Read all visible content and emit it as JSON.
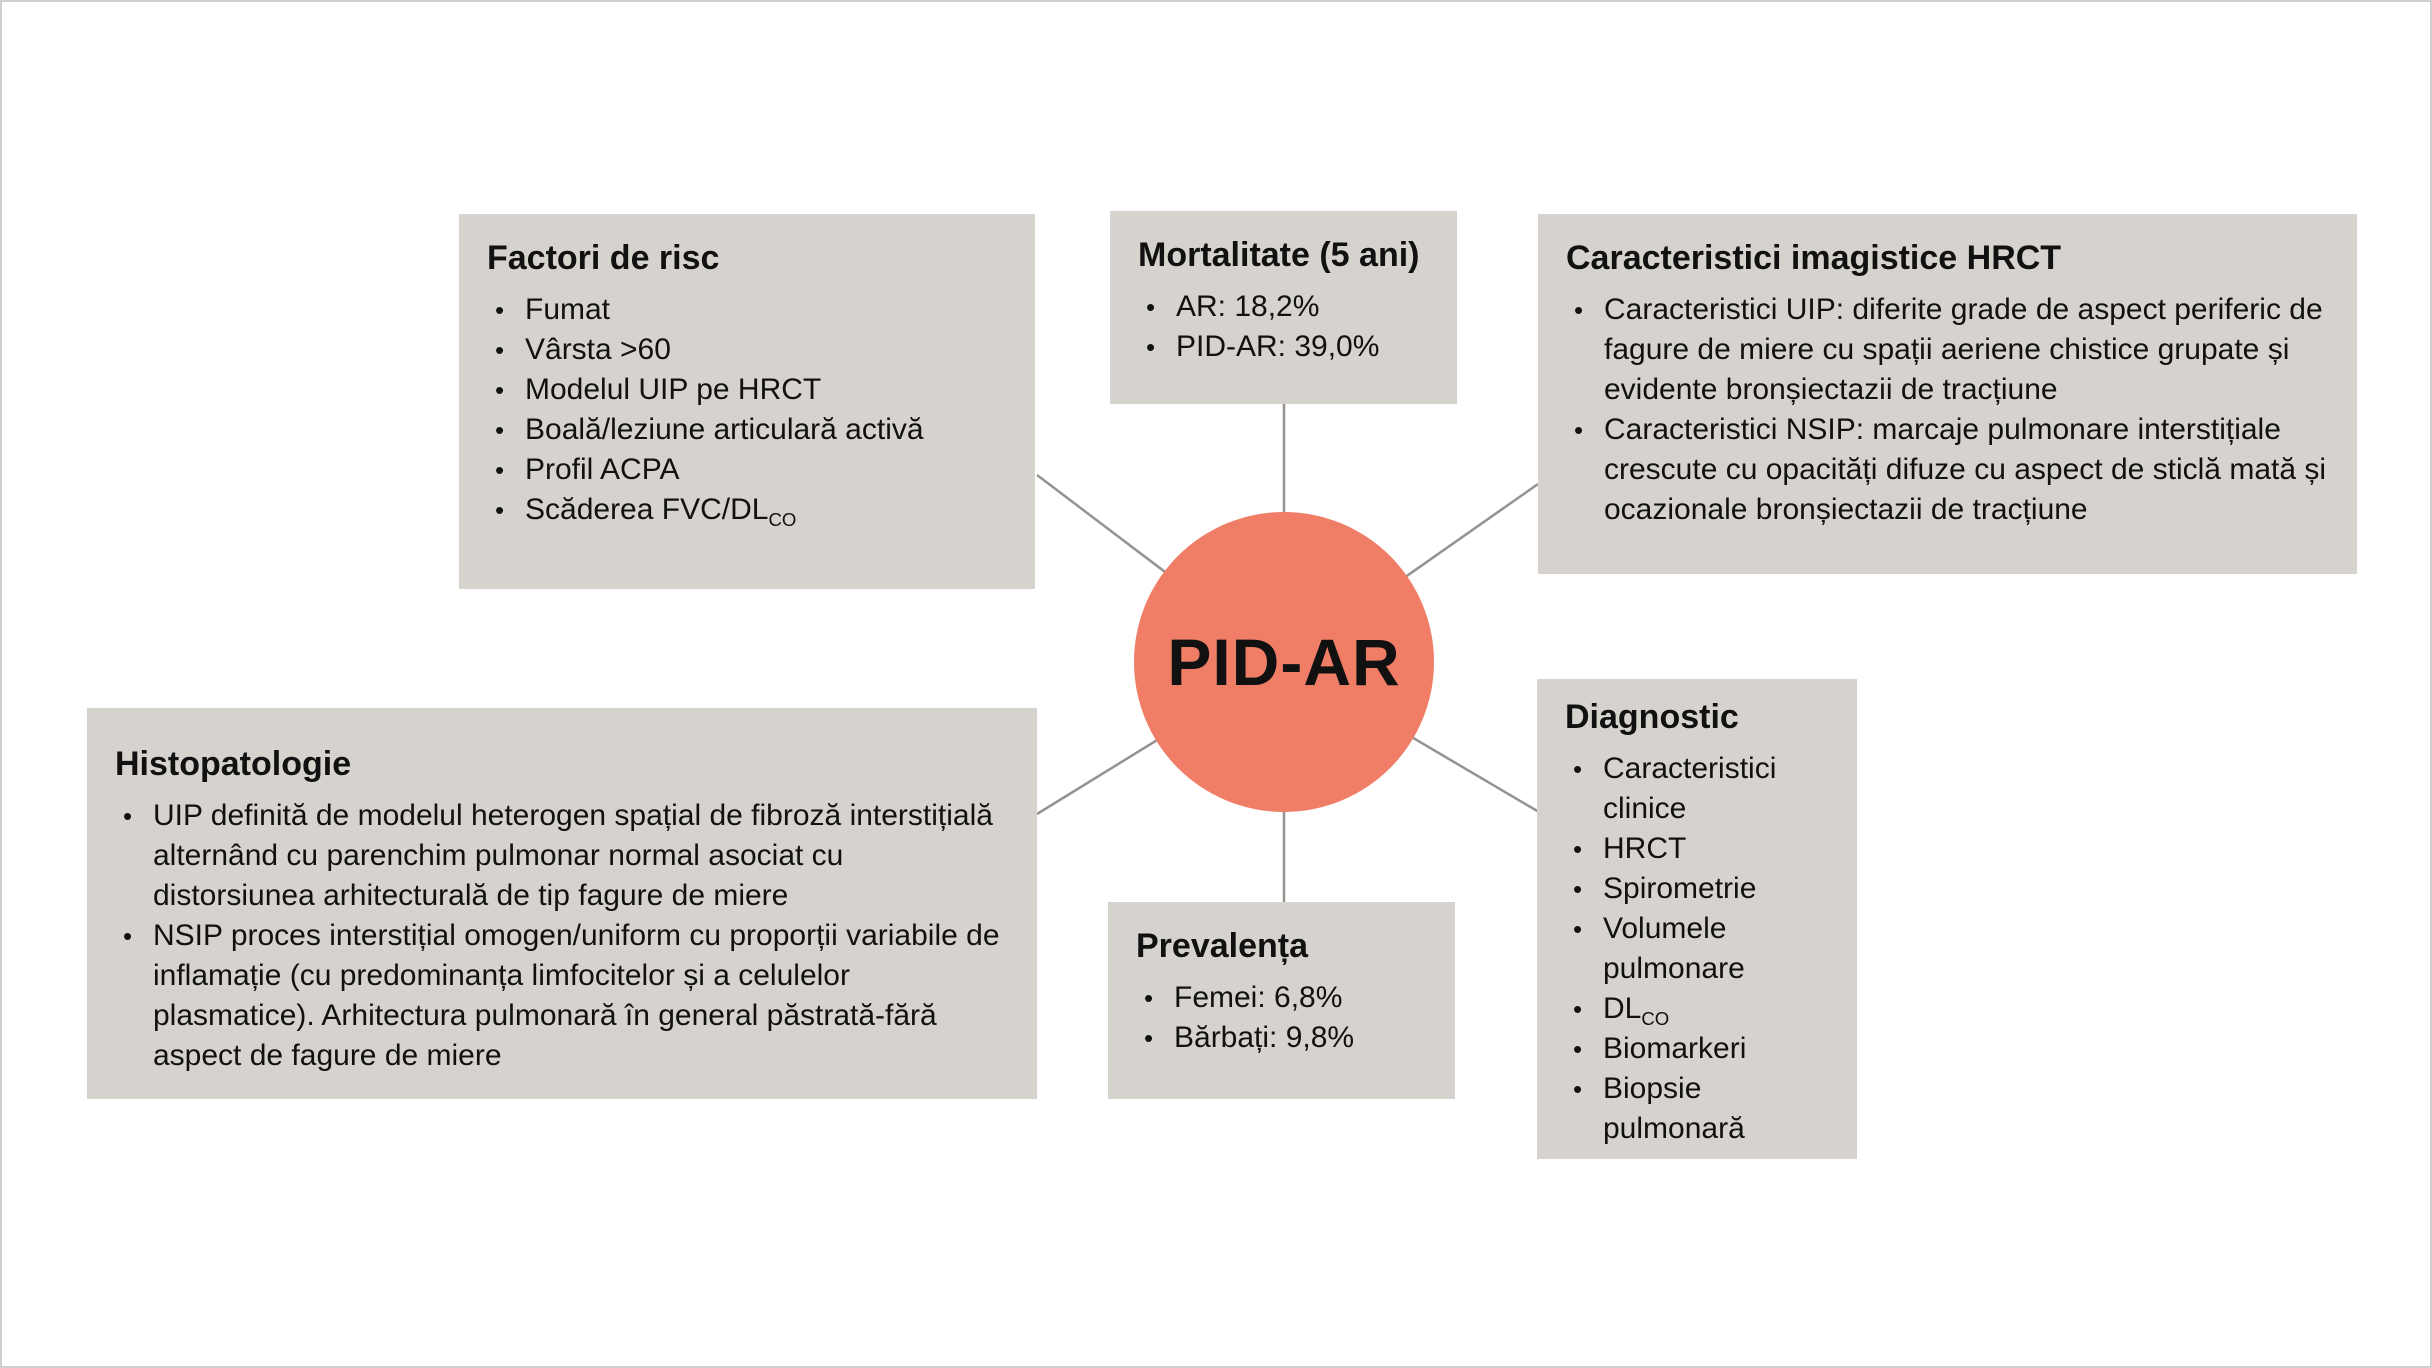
{
  "center": {
    "label": "PID-AR",
    "color": "#F07E67"
  },
  "colors": {
    "box_background": "#D6D2CE",
    "connector_line": "#969290",
    "page_border": "#CFCFCF",
    "text": "#111111",
    "page_background": "#FFFFFF"
  },
  "boxes": {
    "factori": {
      "title": "Factori de risc",
      "items": [
        "Fumat",
        "Vârsta >60",
        "Modelul UIP pe HRCT",
        "Boală/leziune articulară activă",
        "Profil ACPA",
        {
          "text": "Scăderea FVC/DL",
          "sub": "CO"
        }
      ]
    },
    "mortalitate": {
      "title": "Mortalitate (5 ani)",
      "items": [
        "AR: 18,2%",
        "PID-AR: 39,0%"
      ]
    },
    "hrct": {
      "title": "Caracteristici imagistice HRCT",
      "items": [
        "Caracteristici UIP: diferite grade de aspect periferic de fagure de miere cu spații aeriene chistice grupate și evidente bronșiectazii de tracțiune",
        "Caracteristici NSIP: marcaje pulmonare interstițiale crescute cu opacități difuze cu aspect de sticlă mată și ocazionale bronșiectazii de tracțiune"
      ]
    },
    "histopatologie": {
      "title": "Histopatologie",
      "items": [
        "UIP definită de modelul heterogen spațial de fibroză interstițială alternând cu parenchim pulmonar normal asociat cu distorsiunea arhitecturală de tip fagure de miere",
        "NSIP proces interstițial omogen/uniform cu proporții variabile de inflamație (cu predominanța limfocitelor și a celulelor plasmatice). Arhitectura pulmonară în general păstrată-fără aspect de fagure de miere"
      ]
    },
    "prevalenta": {
      "title": "Prevalența",
      "items": [
        "Femei: 6,8%",
        "Bărbați: 9,8%"
      ]
    },
    "diagnostic": {
      "title": "Diagnostic",
      "items": [
        "Caracteristici clinice",
        "HRCT",
        "Spirometrie",
        "Volumele pulmonare",
        {
          "text": "DL",
          "sub": "CO"
        },
        "Biomarkeri",
        "Biopsie pulmonară"
      ]
    }
  }
}
